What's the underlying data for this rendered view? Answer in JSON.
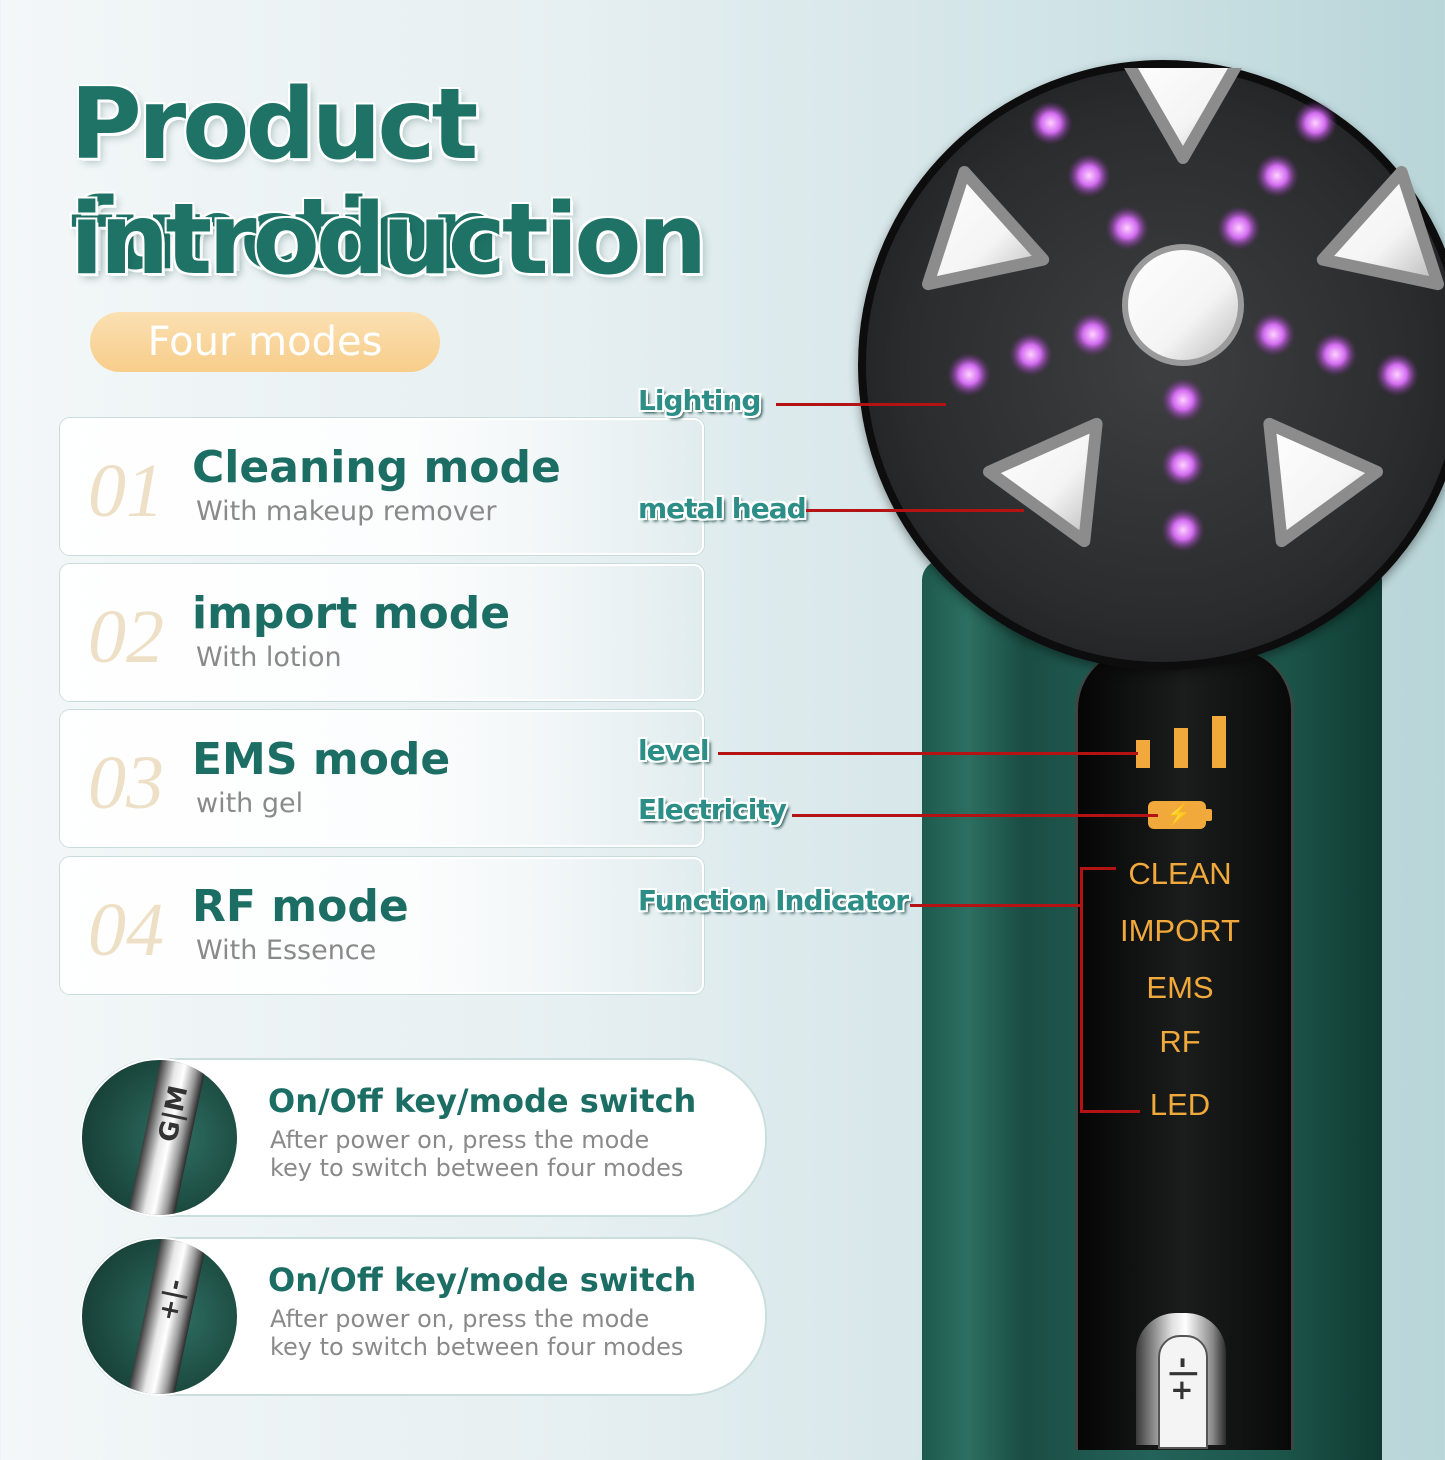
{
  "title": {
    "line1": "Product function",
    "line2": "introduction"
  },
  "pill_label": "Four modes",
  "modes": [
    {
      "num": "01",
      "title": "Cleaning mode",
      "subtitle": "With makeup remover"
    },
    {
      "num": "02",
      "title": "import mode",
      "subtitle": "With lotion"
    },
    {
      "num": "03",
      "title": "EMS mode",
      "subtitle": "with gel"
    },
    {
      "num": "04",
      "title": "RF mode",
      "subtitle": "With Essence"
    }
  ],
  "keys": [
    {
      "icon_label": "G|M",
      "title": "On/Off key/mode switch",
      "desc_line1": "After power on, press the mode",
      "desc_line2": "key to switch between four modes"
    },
    {
      "icon_label": "+|-",
      "title": "On/Off key/mode switch",
      "desc_line1": "After power on, press the mode",
      "desc_line2": "key to switch between four modes"
    }
  ],
  "callouts": {
    "lighting": "Lighting",
    "metal_head": "metal head",
    "level": "level",
    "electricity": "Electricity",
    "function_indicator": "Function Indicator"
  },
  "indicators": [
    "CLEAN",
    "IMPORT",
    "EMS",
    "RF",
    "LED"
  ],
  "device_button_label": "+|-",
  "colors": {
    "title_teal": "#1f7366",
    "card_title": "#1c6e65",
    "callout_line": "#b51313",
    "indicator_amber": "#f0a93a",
    "led_purple": "#d26cf0",
    "device_green": "#24635a"
  }
}
